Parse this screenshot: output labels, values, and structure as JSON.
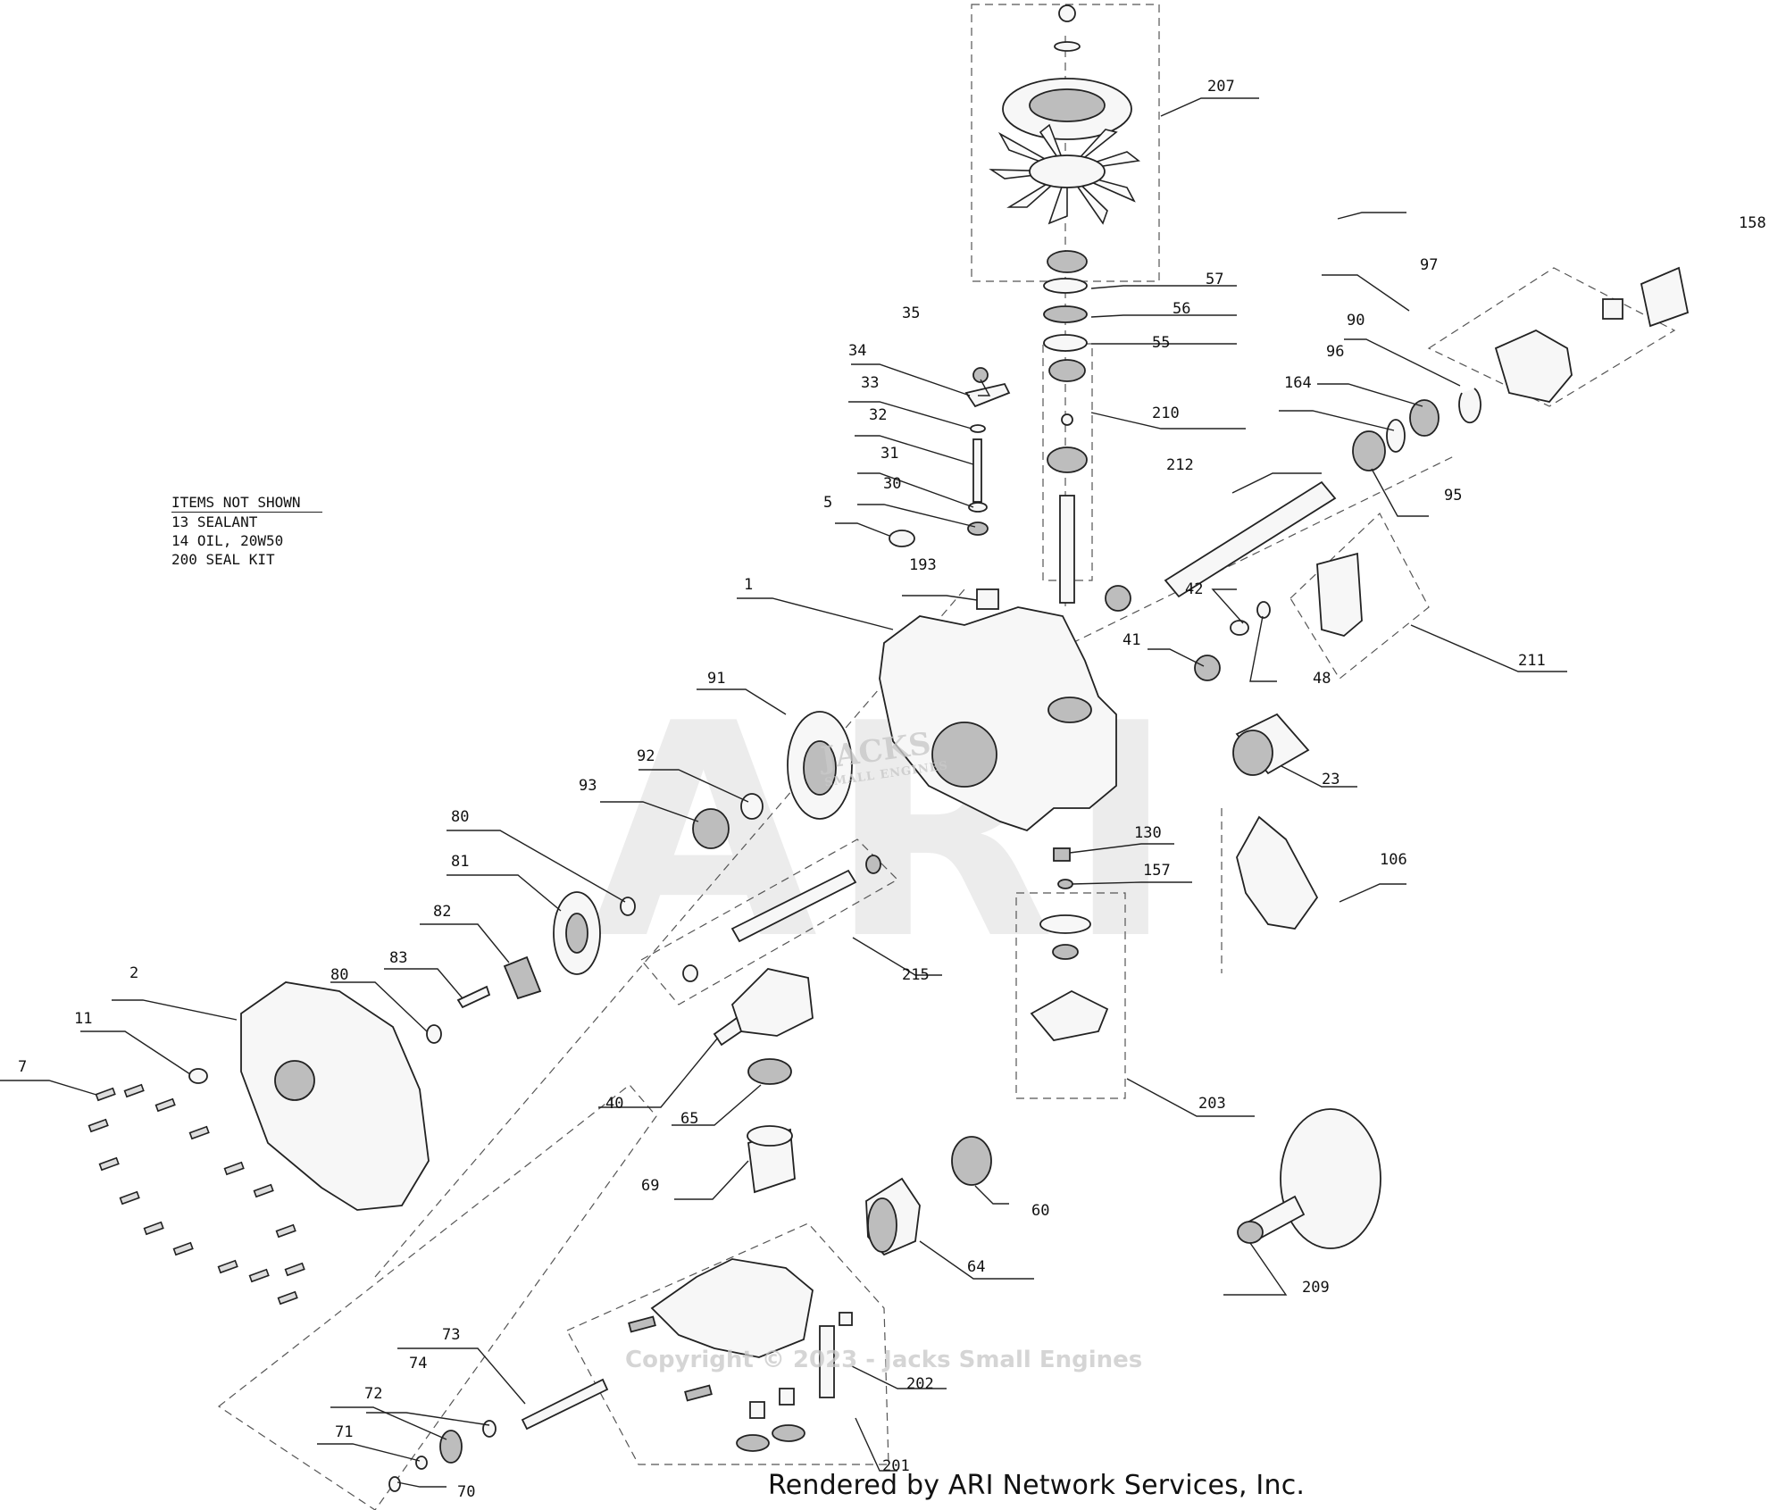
{
  "items_not_shown": {
    "heading": "ITEMS NOT SHOWN",
    "rows": [
      "13  SEALANT",
      "14  OIL, 20W50",
      "200 SEAL KIT"
    ]
  },
  "watermark": {
    "text": "ARI",
    "brand_top": "JACKS",
    "brand_bottom": "SMALL ENGINES",
    "copyright": "Copyright © 2023 - Jacks Small Engines"
  },
  "footer": "Rendered by ARI Network Services, Inc.",
  "callouts": {
    "c1": "1",
    "c2": "2",
    "c5": "5",
    "c7": "7",
    "c11": "11",
    "c23": "23",
    "c30": "30",
    "c31": "31",
    "c32": "32",
    "c33": "33",
    "c34": "34",
    "c35": "35",
    "c40": "40",
    "c41": "41",
    "c42": "42",
    "c48": "48",
    "c55": "55",
    "c56": "56",
    "c57": "57",
    "c60": "60",
    "c64": "64",
    "c65": "65",
    "c69": "69",
    "c70": "70",
    "c71": "71",
    "c72": "72",
    "c73": "73",
    "c74": "74",
    "c80a": "80",
    "c80b": "80",
    "c81": "81",
    "c82": "82",
    "c83": "83",
    "c90": "90",
    "c91": "91",
    "c92": "92",
    "c93": "93",
    "c95": "95",
    "c96": "96",
    "c97": "97",
    "c106": "106",
    "c130": "130",
    "c157": "157",
    "c158": "158",
    "c164": "164",
    "c193": "193",
    "c201": "201",
    "c202": "202",
    "c203": "203",
    "c207": "207",
    "c209": "209",
    "c210": "210",
    "c211": "211",
    "c212": "212",
    "c215": "215"
  }
}
